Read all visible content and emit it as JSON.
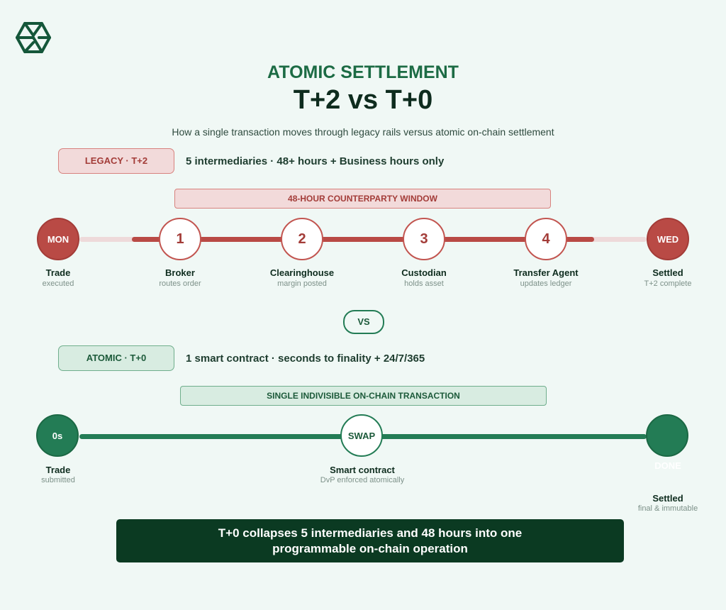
{
  "logo": "hexagon-logo",
  "title": "ATOMIC SETTLEMENT",
  "subtitle": "T+2 vs T+0",
  "description": "How a single transaction moves through legacy rails versus atomic on-chain settlement",
  "legacy": {
    "tag": "LEGACY · T+2",
    "summary": "5 intermediaries · 48+ hours + Business hours only",
    "window": "48-HOUR COUNTERPARTY WINDOW",
    "steps": [
      {
        "badge": "MON",
        "label": "Trade",
        "sub": "executed"
      },
      {
        "badge": "1",
        "label": "Broker",
        "sub": "routes order"
      },
      {
        "badge": "2",
        "label": "Clearinghouse",
        "sub": "margin posted"
      },
      {
        "badge": "3",
        "label": "Custodian",
        "sub": "holds asset"
      },
      {
        "badge": "4",
        "label": "Transfer Agent",
        "sub": "updates ledger"
      },
      {
        "badge": "WED",
        "label": "Settled",
        "sub": "T+2 complete"
      }
    ]
  },
  "vs": "VS",
  "atomic": {
    "tag": "ATOMIC · T+0",
    "summary": "1 smart contract · seconds to finality + 24/7/365",
    "window": "SINGLE INDIVISIBLE ON-CHAIN TRANSACTION",
    "steps": [
      {
        "badge": "0s",
        "label": "Trade",
        "sub": "submitted"
      },
      {
        "badge": "SWAP",
        "label": "Smart contract",
        "sub": "DvP enforced atomically"
      },
      {
        "badge": "DONE",
        "label": "Settled",
        "sub": "final & immutable"
      }
    ]
  },
  "conclusion": "T+0 collapses 5 intermediaries and 48 hours into one programmable on-chain operation",
  "colors": {
    "red": "#b94a45",
    "green": "#237c55",
    "dark": "#0b3a22"
  }
}
